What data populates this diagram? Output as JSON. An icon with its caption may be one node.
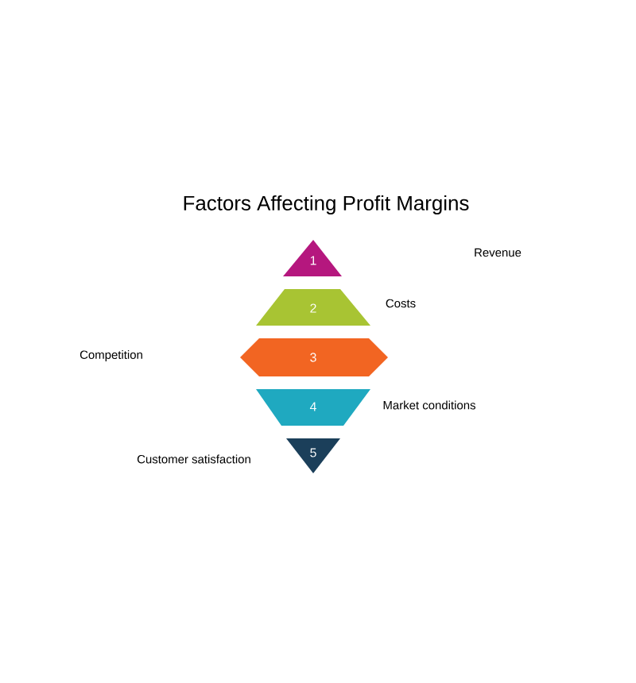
{
  "diagram": {
    "title": "Factors Affecting Profit Margins",
    "nodes": [
      {
        "text": [
          "1"
        ]
      },
      {
        "text": [
          "2"
        ]
      },
      {
        "text": [
          "3"
        ]
      },
      {
        "text": [
          "4"
        ]
      },
      {
        "text": [
          "5"
        ]
      }
    ],
    "labels": [
      "Revenue",
      "Costs",
      "Competition",
      "Market conditions",
      "Customer satisfaction"
    ]
  }
}
